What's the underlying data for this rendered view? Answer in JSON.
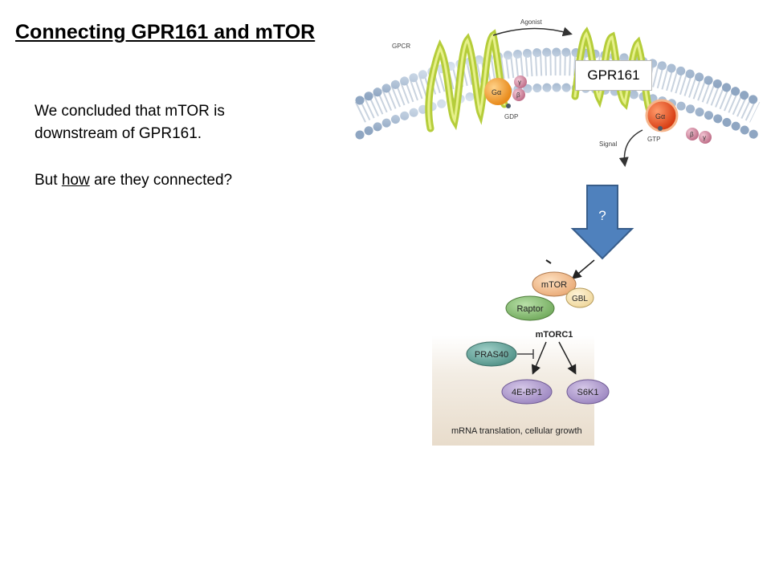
{
  "slide": {
    "title": "Connecting GPR161 and mTOR",
    "paragraph1": "We concluded that mTOR is downstream of GPR161.",
    "paragraph2_before": "But ",
    "paragraph2_underlined": "how",
    "paragraph2_after": " are they connected?"
  },
  "gpcr_figure": {
    "agonist_label": "Agonist",
    "gpcr_label": "GPCR",
    "galpha": "Gα",
    "gamma": "γ",
    "beta": "β",
    "gdp": "GDP",
    "gtp": "GTP",
    "signal": "Signal"
  },
  "gpr161_label": "GPR161",
  "connector_arrow": {
    "label": "?",
    "color": "#4f81bd"
  },
  "mtor_figure": {
    "mtor": "mTOR",
    "gbl": "GBL",
    "raptor": "Raptor",
    "mtorc1": "mTORC1",
    "pras40": "PRAS40",
    "eb4": "4E-BP1",
    "s6k1": "S6K1",
    "caption": "mRNA translation, cellular growth"
  }
}
